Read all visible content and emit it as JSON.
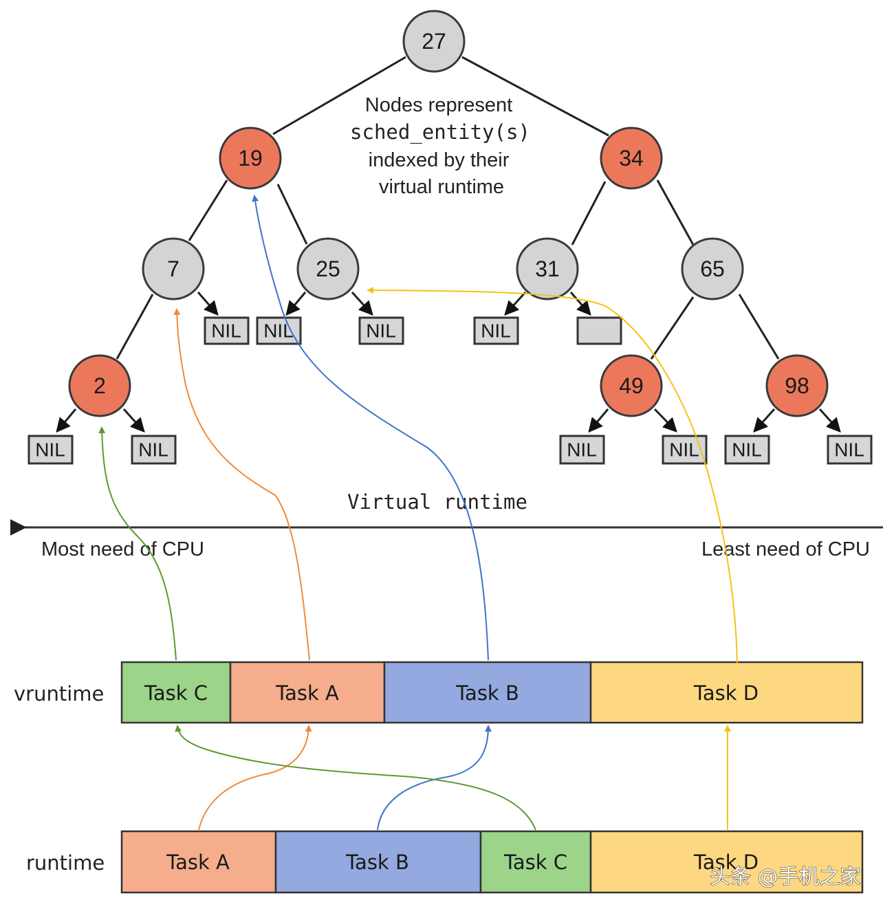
{
  "colors": {
    "node_gray": "#d2d4d6",
    "node_red": "#ec785c",
    "task_a": "#f5ad8c",
    "task_b": "#93a9df",
    "task_c": "#9cd48a",
    "task_d": "#fdd880",
    "arrow_green": "#5a9a2e",
    "arrow_orange": "#ef8a3a",
    "arrow_blue": "#3f73c9",
    "arrow_yellow": "#f3c318"
  },
  "tree": {
    "caption": [
      "Nodes represent",
      "sched_entity(s)",
      "indexed by their",
      "virtual runtime"
    ],
    "nodes": {
      "n27": {
        "label": "27",
        "color": "gray"
      },
      "n19": {
        "label": "19",
        "color": "red"
      },
      "n34": {
        "label": "34",
        "color": "red"
      },
      "n7": {
        "label": "7",
        "color": "gray"
      },
      "n25": {
        "label": "25",
        "color": "gray"
      },
      "n31": {
        "label": "31",
        "color": "gray"
      },
      "n65": {
        "label": "65",
        "color": "gray"
      },
      "n2": {
        "label": "2",
        "color": "red"
      },
      "n49": {
        "label": "49",
        "color": "red"
      },
      "n98": {
        "label": "98",
        "color": "red"
      }
    },
    "nil_label": "NIL"
  },
  "axis": {
    "title": "Virtual runtime",
    "left_label": "Most need of CPU",
    "right_label": "Least need of CPU"
  },
  "rows": {
    "vruntime": {
      "label": "vruntime",
      "tasks": [
        "Task C",
        "Task A",
        "Task B",
        "Task D"
      ]
    },
    "runtime": {
      "label": "runtime",
      "tasks": [
        "Task A",
        "Task B",
        "Task C",
        "Task D"
      ]
    }
  },
  "watermark": "头条 @手机之家"
}
